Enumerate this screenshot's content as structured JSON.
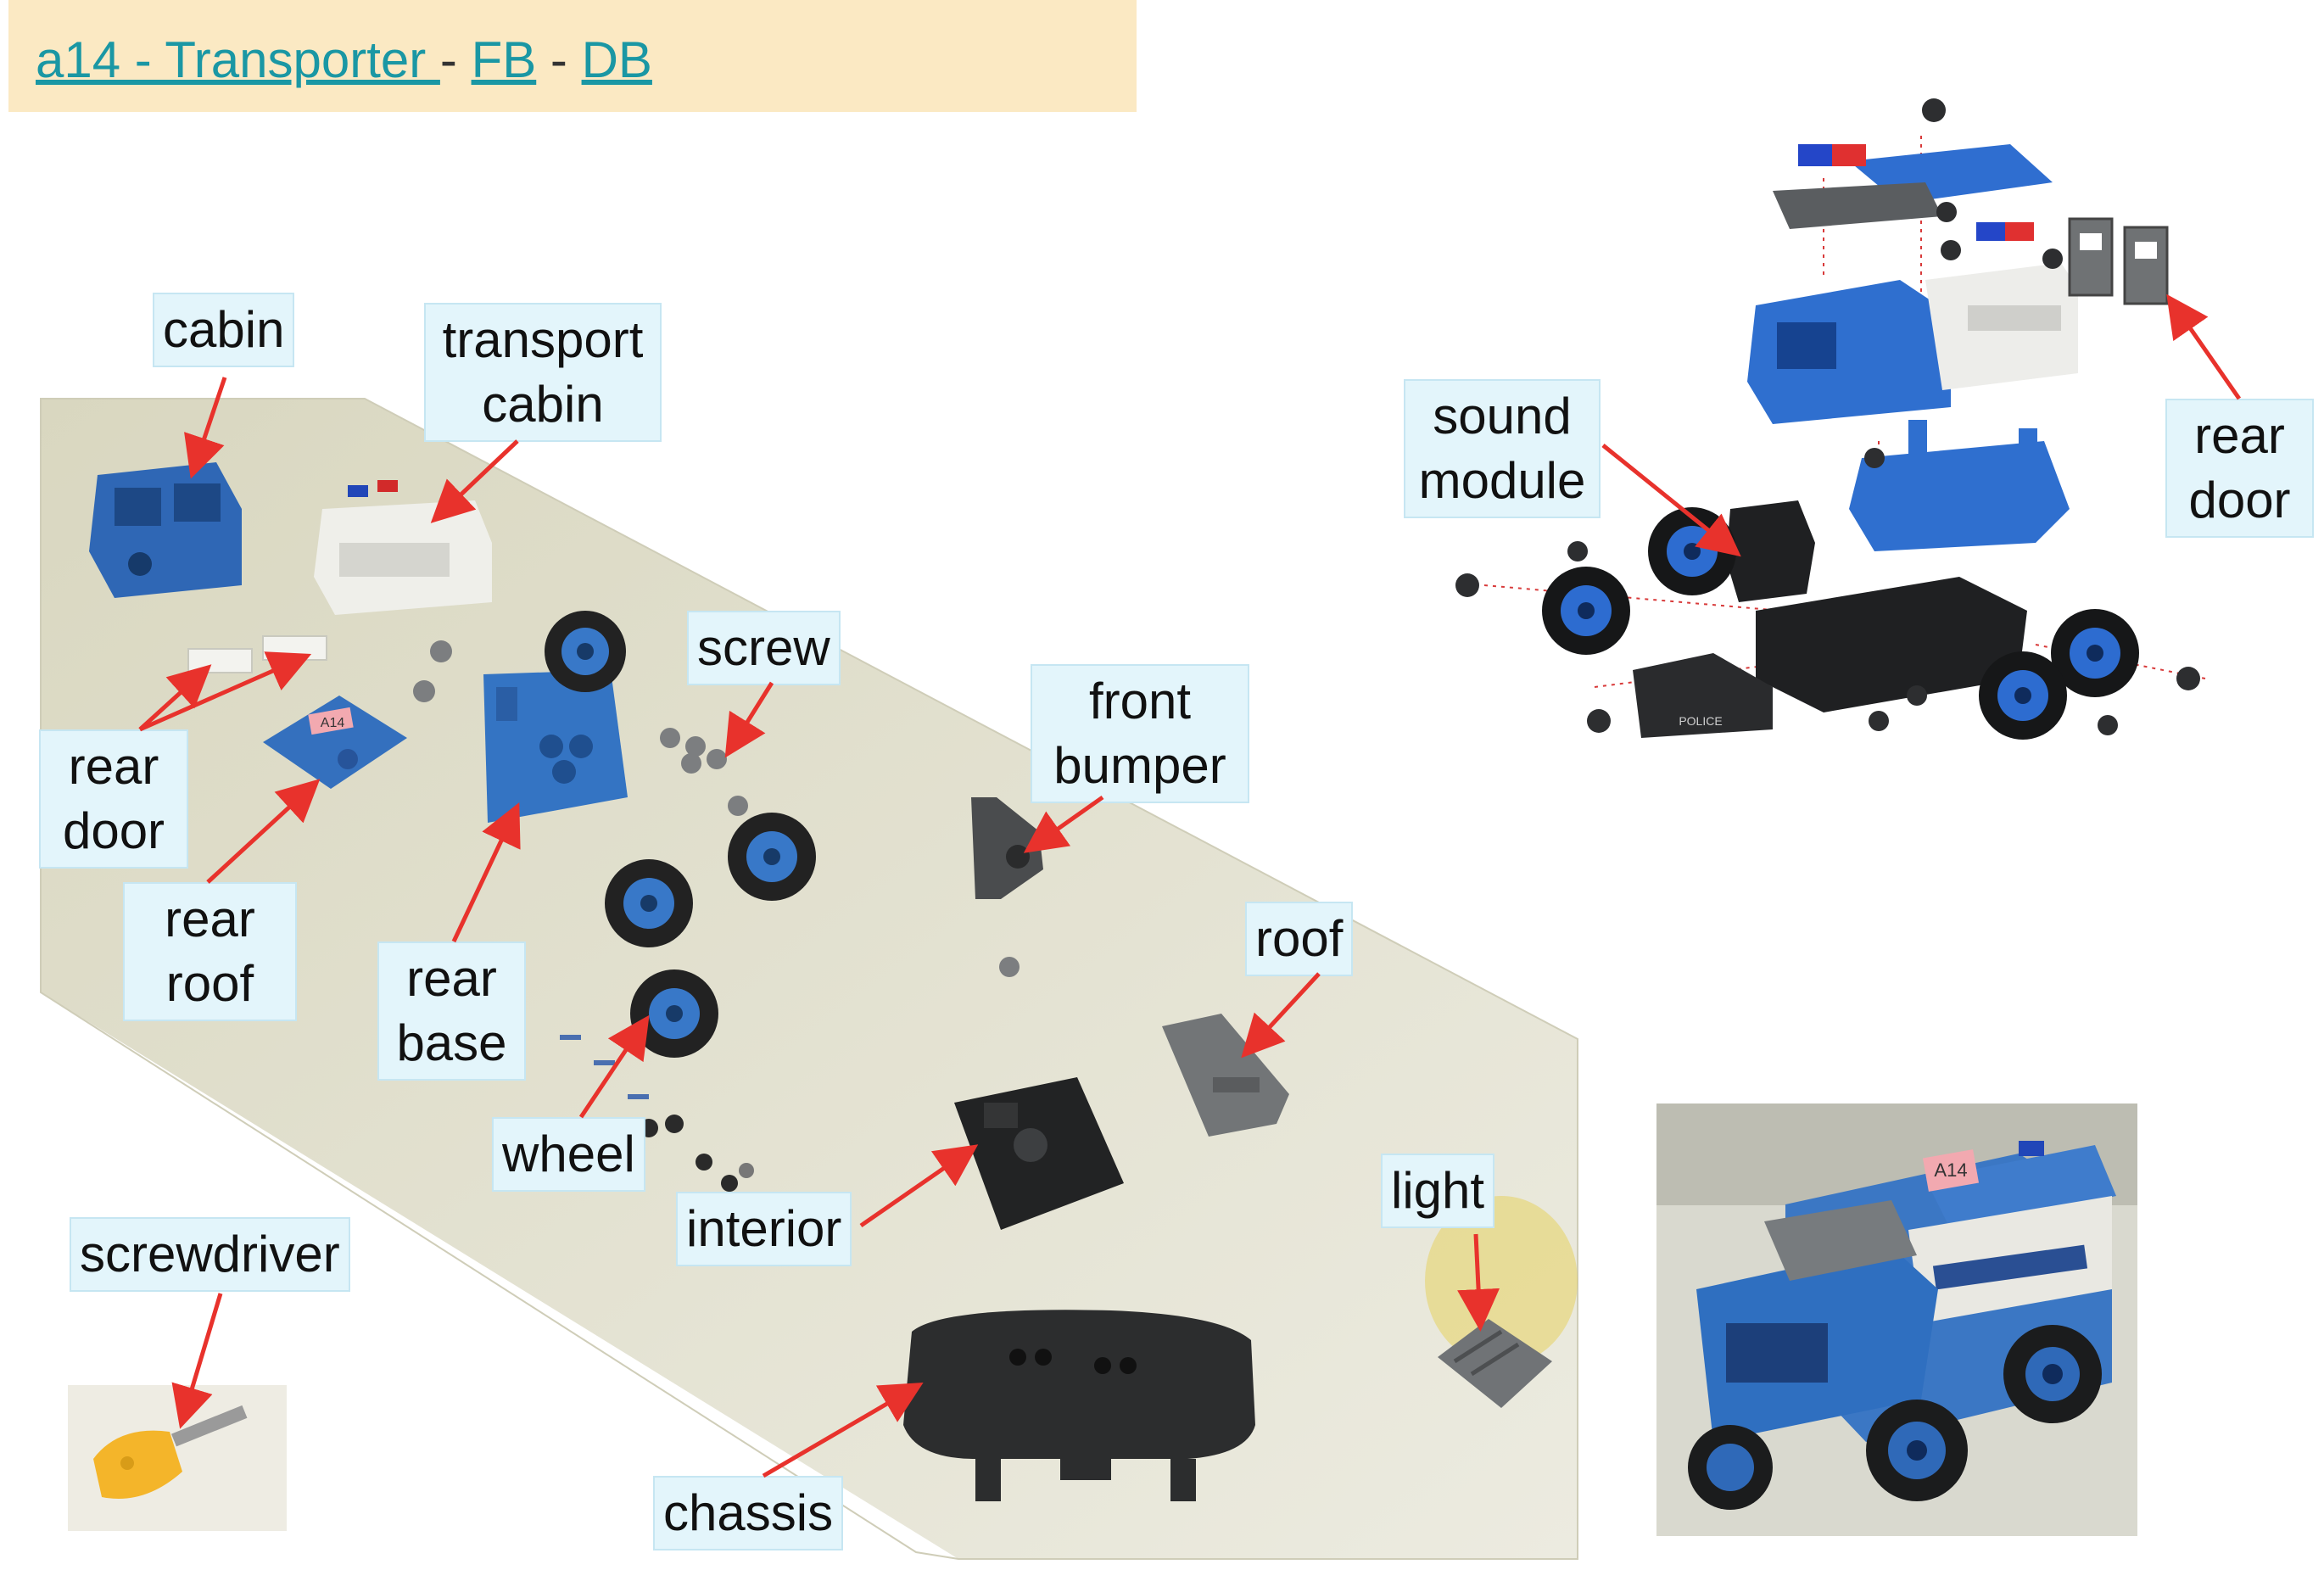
{
  "header": {
    "link_main": "a14 - Transporter ",
    "sep1": " - ",
    "link_fb": "FB",
    "sep2": "  - ",
    "link_db": "DB"
  },
  "labels": {
    "cabin": "cabin",
    "transport_cabin_1": "transport",
    "transport_cabin_2": "cabin",
    "screw": "screw",
    "front_bumper_1": "front",
    "front_bumper_2": "bumper",
    "rear_door_left_1": "rear",
    "rear_door_left_2": "door",
    "rear_roof_1": "rear",
    "rear_roof_2": "roof",
    "rear_base_1": "rear",
    "rear_base_2": "base",
    "roof": "roof",
    "wheel": "wheel",
    "interior": "interior",
    "light": "light",
    "screwdriver": "screwdriver",
    "chassis": "chassis",
    "sound_module_1": "sound",
    "sound_module_2": "module",
    "rear_door_right_1": "rear",
    "rear_door_right_2": "door"
  },
  "colors": {
    "header_bg": "#fbe9c3",
    "link": "#1a97a4",
    "label_bg": "#e3f5fb",
    "arrow": "#e8322c"
  },
  "chips": {
    "photo_sticker": "A14",
    "inset_sticker": "A14",
    "police_badge": "POLICE"
  }
}
